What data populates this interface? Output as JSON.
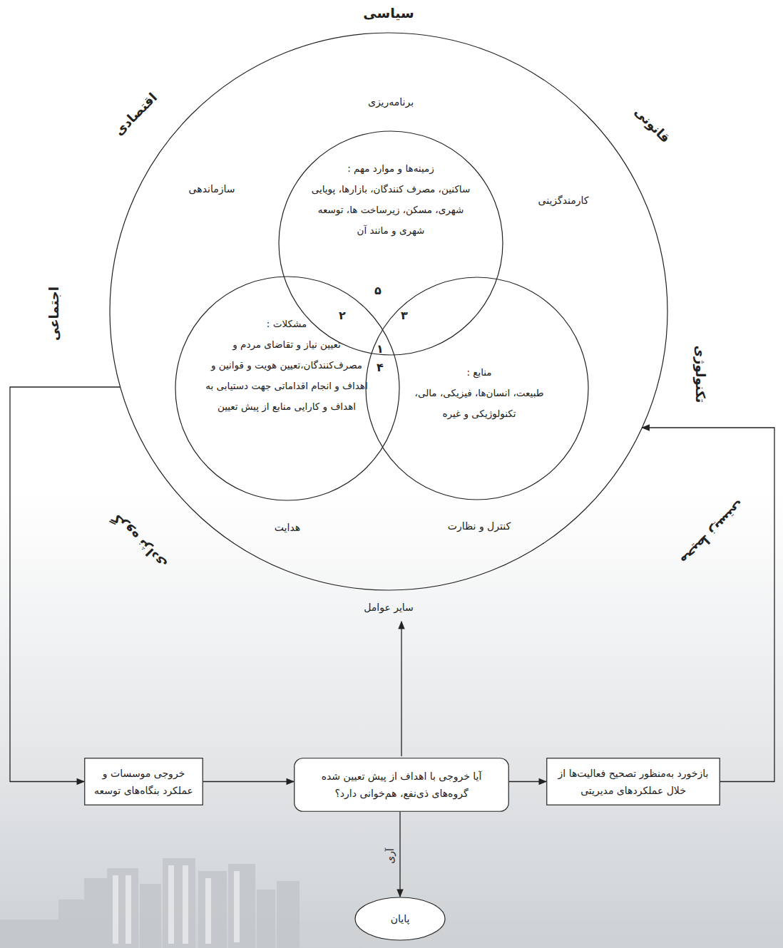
{
  "diagram": {
    "nodes": [
      {
        "text": [
          "برنامه‌ریزی",
          "سازماندهی",
          "کارمندگزینی",
          "هدایت",
          "کنترل و نظارت"
        ]
      },
      {
        "text": [
          "زمینه‌ها و موارد مهم :",
          "ساکنین، مصرف کنندگان، بازارها، پویایی شهری، مسکن، زیرساخت ها، توسعه شهری و مانند آن"
        ],
        "in": 0
      },
      {
        "text": [
          "مشکلات :",
          "تعیین نیاز و تقاضای مردم و مصرف‌کنندگان،تعیین هویت و قوانین و اهداف و انجام اقداماتی جهت دستیابی به اهداف و کارایی منابع از پیش تعیین"
        ],
        "in": 0
      },
      {
        "text": [
          "منابع :",
          "طبیعت، انسان‌ها، فیزیکی، مالی، تکنولوژیکی و غیره"
        ],
        "in": 0
      },
      {
        "text": [
          "خروجی موسسات و عملکرد بنگاه‌های توسعه"
        ]
      },
      {
        "text": [
          "آیا خروجی با اهداف از پیش تعیین شده گروه‌های ذی‌نفع، هم‌خوانی دارد؟"
        ]
      },
      {
        "text": [
          "بازخورد به‌منظور تصحیح فعالیت‌ها از خلال عملکردهای مدیریتی"
        ]
      },
      {
        "text": [
          "پایان"
        ]
      }
    ],
    "edges": [
      {
        "from": 0,
        "to": 4,
        "arrow": "to"
      },
      {
        "from": 4,
        "to": 5,
        "arrow": "to"
      },
      {
        "from": 5,
        "to": 6,
        "arrow": "to"
      },
      {
        "from": 5,
        "to": 7,
        "label": "آری",
        "arrow": "to"
      },
      {
        "from": 6,
        "to": 0,
        "arrow": "to"
      }
    ],
    "labels": [
      "سیاسی",
      "قانونی",
      "تکنولوژی",
      "محیط زیستی",
      "گروه نژادی",
      "اجتماعی",
      "اقتصادی",
      "۵",
      "۲",
      "۳",
      "۱",
      "۴",
      "سایر عوامل"
    ]
  }
}
